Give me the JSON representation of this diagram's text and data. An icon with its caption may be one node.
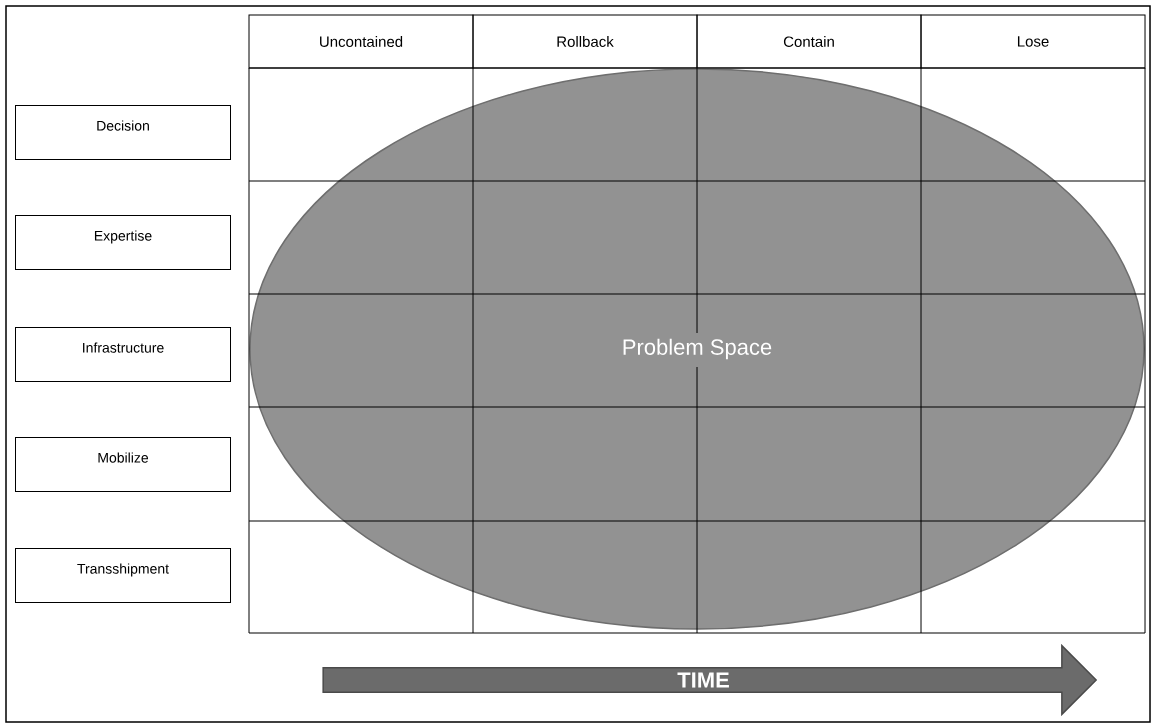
{
  "diagram": {
    "nodes": [
      {
        "text": [
          "Uncontained"
        ]
      },
      {
        "text": [
          "Rollback"
        ]
      },
      {
        "text": [
          "Contain"
        ]
      },
      {
        "text": [
          "Lose"
        ]
      },
      {
        "text": [
          "Decision"
        ]
      },
      {
        "text": [
          "Expertise"
        ]
      },
      {
        "text": [
          "Infrastructure"
        ]
      },
      {
        "text": [
          "Mobilize"
        ]
      },
      {
        "text": [
          "Transshipment"
        ]
      },
      {
        "text": [
          "Problem Space"
        ]
      },
      {
        "text": [
          "TIME"
        ]
      }
    ]
  }
}
